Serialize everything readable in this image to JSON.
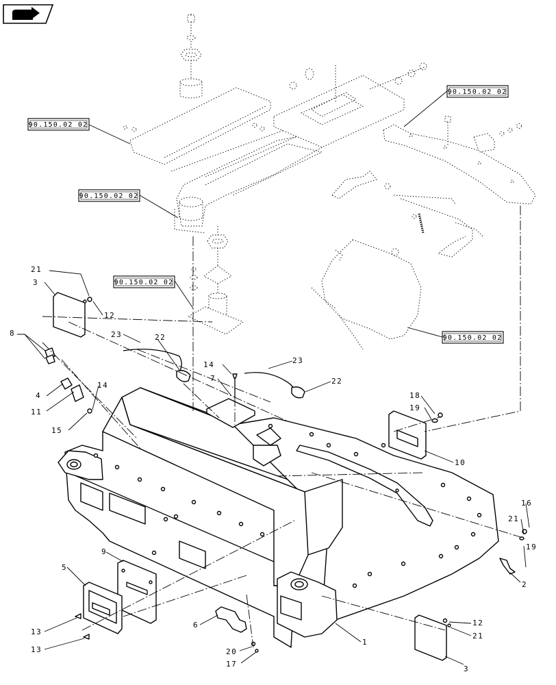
{
  "nav": {
    "icon": "arrow-right-icon"
  },
  "references": [
    {
      "id": "ref-1",
      "text": "90.150.02 02"
    },
    {
      "id": "ref-2",
      "text": "90.150.02 02"
    },
    {
      "id": "ref-3",
      "text": "90.150.02 02"
    },
    {
      "id": "ref-4",
      "text": "90.150.02 02"
    },
    {
      "id": "ref-5",
      "text": "90.150.02 02"
    }
  ],
  "callouts": [
    "21",
    "3",
    "12",
    "8",
    "23",
    "22",
    "14",
    "7",
    "23",
    "22",
    "4",
    "11",
    "14",
    "15",
    "18",
    "19",
    "10",
    "9",
    "5",
    "16",
    "21",
    "19",
    "2",
    "6",
    "13",
    "13",
    "20",
    "17",
    "1",
    "12",
    "21",
    "3"
  ]
}
